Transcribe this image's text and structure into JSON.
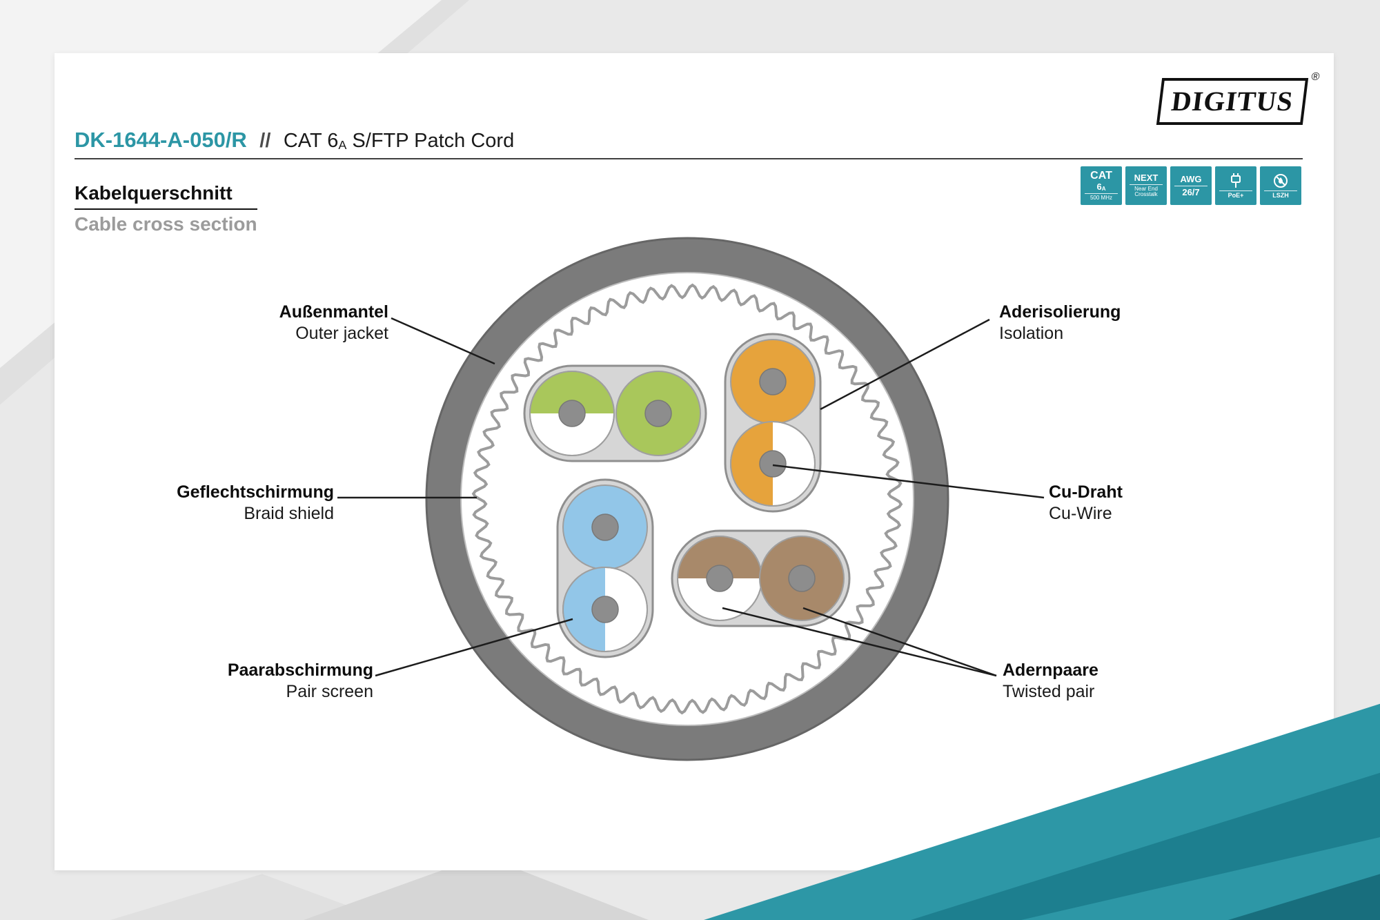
{
  "brand": {
    "name": "DIGITUS",
    "registered": "®"
  },
  "header": {
    "model": "DK-1644-A-050/R",
    "separator": "//",
    "title_main": "CAT 6",
    "title_sub": "A",
    "title_rest": " S/FTP Patch Cord"
  },
  "section": {
    "heading_de": "Kabelquerschnitt",
    "heading_en": "Cable cross section"
  },
  "badges": {
    "cat": {
      "top": "CAT",
      "mid": "6",
      "mid_sub": "A",
      "bottom": "500 MHz"
    },
    "next": {
      "top": "NEXT",
      "line1": "Near End",
      "line2": "Crosstalk"
    },
    "awg": {
      "top": "AWG",
      "bottom": "26/7"
    },
    "poe": {
      "label": "PoE+"
    },
    "lszh": {
      "label": "LSZH"
    }
  },
  "diagram": {
    "labels": {
      "outer_jacket_de": "Außenmantel",
      "outer_jacket_en": "Outer jacket",
      "braid_shield_de": "Geflechtschirmung",
      "braid_shield_en": "Braid shield",
      "pair_screen_de": "Paarabschirmung",
      "pair_screen_en": "Pair screen",
      "isolation_de": "Aderisolierung",
      "isolation_en": "Isolation",
      "cu_wire_de": "Cu-Draht",
      "cu_wire_en": "Cu-Wire",
      "twisted_pair_de": "Adernpaare",
      "twisted_pair_en": "Twisted pair"
    },
    "colors": {
      "accent_teal": "#2c96a5",
      "jacket_gray": "#7b7b7b",
      "braid_gray": "#9c9c9c",
      "pair_capsule": "#d6d6d6",
      "pair_green": "#a9c75b",
      "pair_orange": "#e6a33c",
      "pair_blue": "#92c6e8",
      "pair_brown": "#a8896a",
      "conductor_gray": "#8d8d8d"
    }
  }
}
